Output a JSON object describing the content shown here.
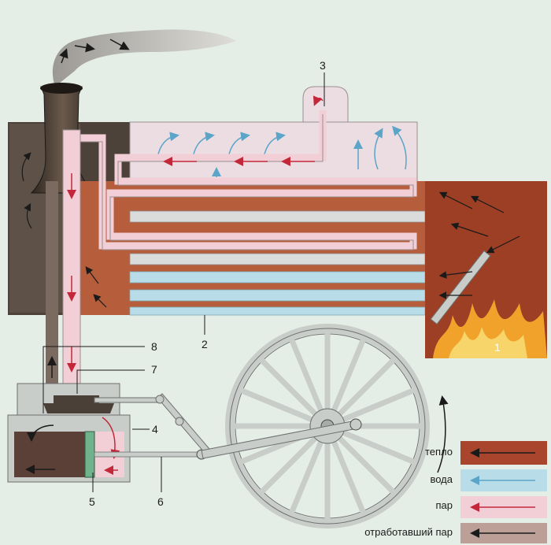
{
  "labels": {
    "firebox": "1",
    "boiler_tubes": "2",
    "steam_dome": "3",
    "cylinder": "4",
    "piston": "5",
    "piston_rod": "6",
    "steam_inlet": "7",
    "exhaust_pipe": "8"
  },
  "legend": {
    "items": [
      {
        "name": "heat",
        "label": "тепло",
        "color": "#a8452c",
        "arrow": "#1a1a1a"
      },
      {
        "name": "water",
        "label": "вода",
        "color": "#b9dde8",
        "arrow": "#5aa5c8"
      },
      {
        "name": "steam",
        "label": "пар",
        "color": "#f2cfd6",
        "arrow": "#c2283a"
      },
      {
        "name": "exhaust",
        "label": "отработавший пар",
        "color": "#bca097",
        "arrow": "#1a1a1a"
      }
    ]
  },
  "colors": {
    "background": "#e4ede6",
    "boiler_heat": "#b0583a",
    "water": "#b9dde8",
    "steam": "#f2cfd6",
    "firebox": "#9c3f24",
    "flame": "#f0a22a",
    "metal": "#c9cdca",
    "dark_metal": "#4a4038"
  }
}
